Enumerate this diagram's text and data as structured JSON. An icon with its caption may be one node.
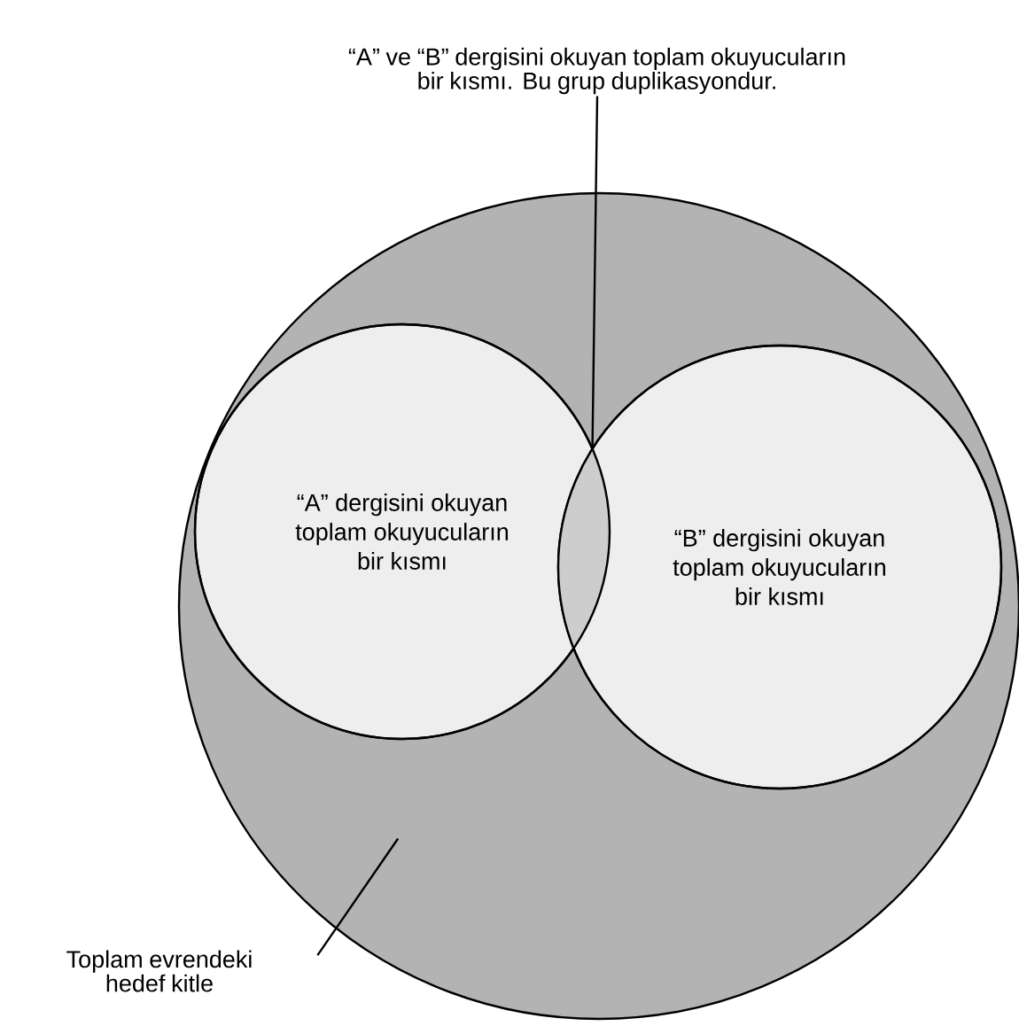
{
  "diagram": {
    "nodes": [
      {
        "text": [],
        "shape": "ellipse"
      },
      {
        "text": [
          "“A” dergisini okuyan toplam okuyucuların bir kısmı"
        ],
        "in": 0
      },
      {
        "text": [
          "“B” dergisini okuyan toplam okuyucuların bir kısmı"
        ],
        "in": 0
      },
      {
        "text": [],
        "shape": "lens",
        "in": 0
      },
      {
        "text": [
          "“A” ve “B” dergisini okuyan toplam okuyucuların bir kısmı. Bu grup duplikasyondur."
        ]
      },
      {
        "text": [
          "Toplam evrendeki hedef kitle"
        ]
      }
    ],
    "edges": [
      {
        "from": 4,
        "to": 3,
        "arrow": "none"
      },
      {
        "from": 5,
        "to": 0,
        "arrow": "none"
      }
    ]
  }
}
